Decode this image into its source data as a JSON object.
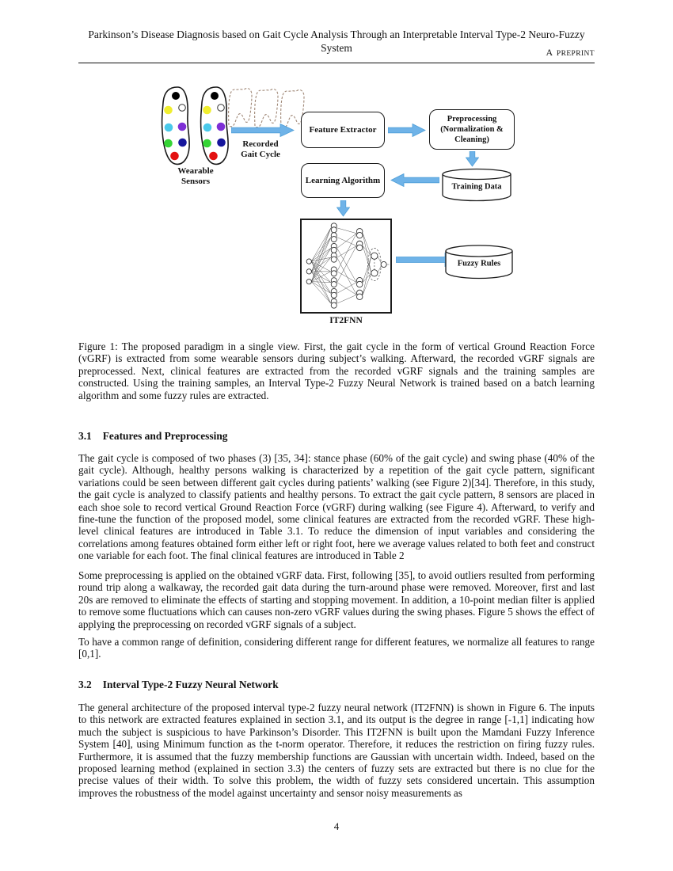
{
  "header": {
    "title_line1": "Parkinson’s Disease Diagnosis based on Gait Cycle Analysis Through an Interpretable Interval Type-2 Neuro-Fuzzy",
    "title_line2": "System",
    "preprint_a": "A",
    "preprint_rest": "PREPRINT"
  },
  "figure": {
    "labels": {
      "wearable_line1": "Wearable",
      "wearable_line2": "Sensors",
      "recorded_line1": "Recorded",
      "recorded_line2": "Gait Cycle",
      "feature_extractor": "Feature Extractor",
      "preprocessing_line1": "Preprocessing",
      "preprocessing_line2": "(Normalization &",
      "preprocessing_line3": "Cleaning)",
      "learning_algorithm": "Learning Algorithm",
      "training_data": "Training Data",
      "fuzzy_rules": "Fuzzy Rules",
      "network": "IT2FNN"
    },
    "colors": {
      "arrow": "#6FB3E8",
      "waveform": "#a08877",
      "sensor_1": "#000000",
      "sensor_2": "#f0ee2f",
      "sensor_3": "#ffffff",
      "sensor_4": "#49c9ea",
      "sensor_5": "#7e2fd6",
      "sensor_6": "#35d435",
      "sensor_7": "#15159c",
      "sensor_8": "#e31111"
    }
  },
  "caption": "Figure 1: The proposed paradigm in a single view. First, the gait cycle in the form of vertical Ground Reaction Force (vGRF) is extracted from some wearable sensors during subject’s walking.  Afterward, the recorded vGRF signals are preprocessed. Next, clinical features are extracted from the recorded vGRF signals and the training samples are constructed. Using the training samples, an Interval Type-2 Fuzzy Neural Network is trained based on a batch learning algorithm and some fuzzy rules are extracted.",
  "section_31": {
    "number": "3.1",
    "title": "Features and Preprocessing",
    "para1": "The gait cycle is composed of two phases (3) [35, 34]: stance phase (60% of the gait cycle) and swing phase (40% of the gait cycle). Although, healthy persons walking is characterized by a repetition of the gait cycle pattern, significant variations could be seen between different gait cycles during patients’ walking (see Figure 2)[34]. Therefore, in this study, the gait cycle is analyzed to classify patients and healthy persons. To extract the gait cycle pattern, 8 sensors are placed in each shoe sole to record vertical Ground Reaction Force (vGRF) during walking (see Figure 4). Afterward, to verify and fine-tune the function of the proposed model, some clinical features are extracted from the recorded vGRF. These high-level clinical features are introduced in Table 3.1. To reduce the dimension of input variables and considering the correlations among features obtained form either left or right foot, here we average values related to both feet and construct one variable for each foot. The final clinical features are introduced in Table 2",
    "para2": "Some preprocessing is applied on the obtained vGRF data.  First, following [35], to avoid outliers resulted from performing round trip along a walkaway, the recorded gait data during the turn-around phase were removed. Moreover, first and last 20s are removed to eliminate the effects of starting and stopping movement. In addition, a 10-point median filter is applied to remove some fluctuations which can causes non-zero vGRF values during the swing phases. Figure 5 shows the effect of applying the preprocessing on recorded vGRF signals of a subject.",
    "para3": "To have a common range of definition, considering different range for different features, we normalize all features to range [0,1]."
  },
  "section_32": {
    "number": "3.2",
    "title": "Interval Type-2 Fuzzy Neural Network",
    "para1": "The general architecture of the proposed interval type-2 fuzzy neural network (IT2FNN) is shown in Figure 6.  The inputs to this network are extracted features explained in section 3.1, and its output is the degree in range [-1,1] indicating how much the subject is suspicious to have Parkinson’s Disorder. This IT2FNN is built upon the Mamdani Fuzzy Inference System [40], using Minimum function as the t-norm operator.  Therefore, it reduces the restriction on firing fuzzy rules.  Furthermore, it is assumed that the fuzzy membership functions are Gaussian with uncertain width.  Indeed, based on the proposed learning method (explained in section 3.3) the centers of fuzzy sets are extracted but there is no clue for the precise values of their width.  To solve this problem, the width of fuzzy sets considered uncertain.  This assumption improves the robustness of the model against uncertainty and sensor noisy measurements as"
  },
  "page_number": "4"
}
